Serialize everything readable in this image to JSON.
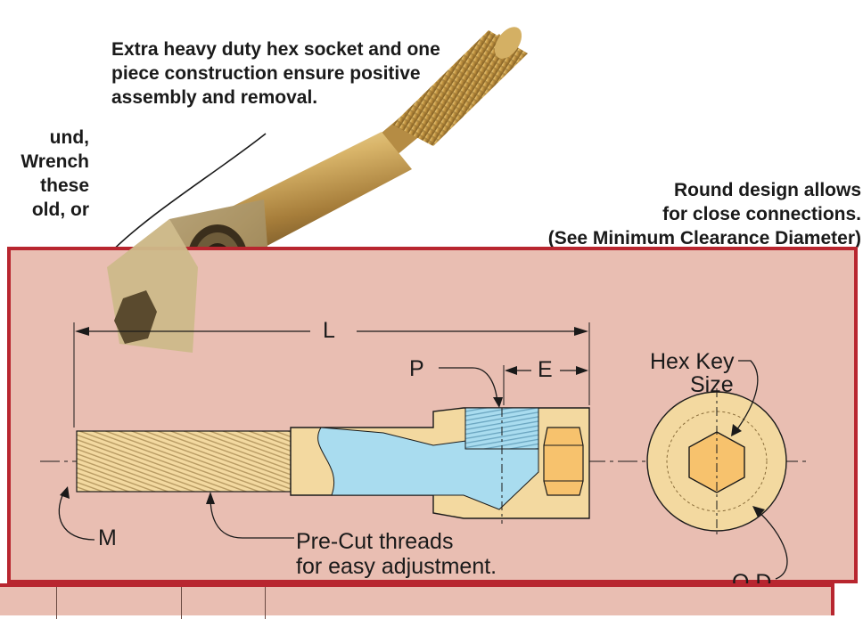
{
  "callouts": {
    "top": [
      "Extra heavy duty hex socket and one",
      "piece construction ensure positive",
      "assembly and removal."
    ],
    "left": [
      "und,",
      "Wrench",
      "these",
      "old, or"
    ],
    "right": [
      "Round design allows",
      "for close connections.",
      "(See Minimum Clearance Diameter)"
    ]
  },
  "diagram": {
    "labels": {
      "length": "L",
      "port": "P",
      "engagement": "E",
      "hex_key_line1": "Hex Key",
      "hex_key_line2": "Size",
      "thread": "M",
      "pre_cut_line1": "Pre-Cut threads",
      "pre_cut_line2": "for easy adjustment.",
      "outer_diameter": "O.D."
    }
  },
  "colors": {
    "panel_bg": "#e9beb2",
    "panel_border": "#b8262f",
    "brass": "#f3d9a0",
    "bore": "#a9dcef"
  }
}
